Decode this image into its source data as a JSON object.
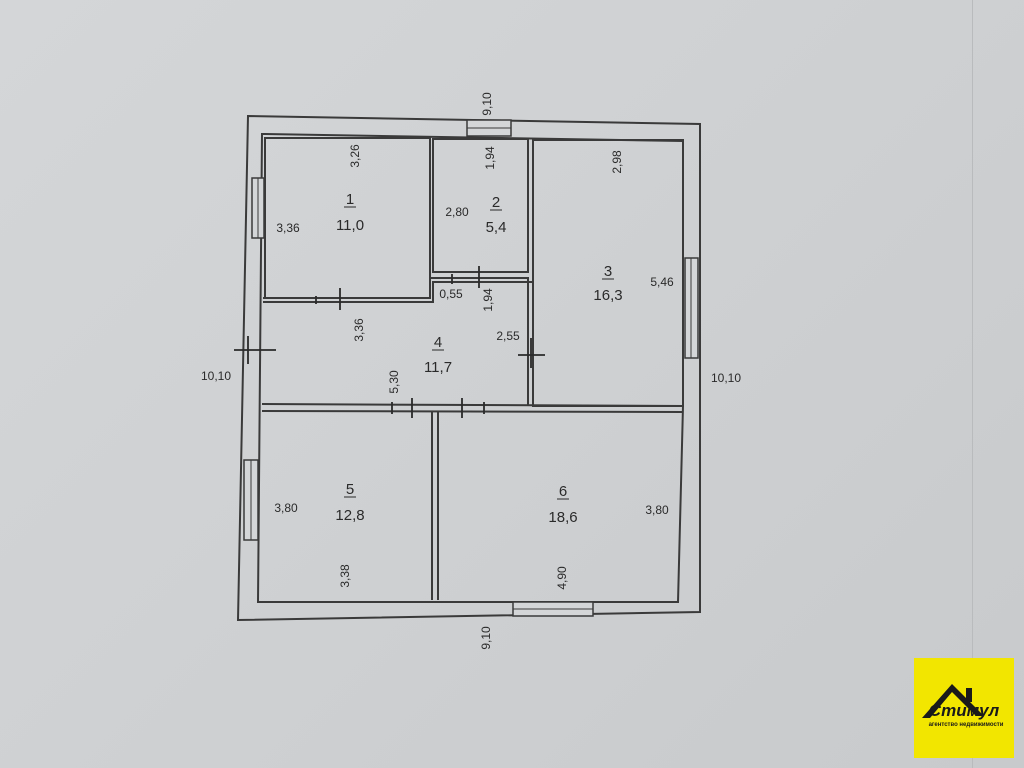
{
  "rooms": [
    {
      "number": "1",
      "area": "11,0"
    },
    {
      "number": "2",
      "area": "5,4"
    },
    {
      "number": "3",
      "area": "16,3"
    },
    {
      "number": "4",
      "area": "11,7"
    },
    {
      "number": "5",
      "area": "12,8"
    },
    {
      "number": "6",
      "area": "18,6"
    }
  ],
  "outer_dimensions": {
    "top": "9,10",
    "bottom": "9,10",
    "left": "10,10",
    "right": "10,10"
  },
  "inner_dimensions": {
    "r1_width": "3,26",
    "r1_height": "3,36",
    "r2_width": "1,94",
    "r2_height": "2,80",
    "r3_width": "2,98",
    "r3_height": "5,46",
    "r4_depth": "3,36",
    "r4_small": "0,55",
    "r4_side": "1,94",
    "r4_height": "2,55",
    "r4_width": "5,30",
    "r5_height": "3,80",
    "r5_width": "3,38",
    "r6_height": "3,80",
    "r6_width": "4,90"
  },
  "logo": {
    "brand": "Стимул",
    "tagline": "агентство недвижимости",
    "color": "#f2e600"
  }
}
